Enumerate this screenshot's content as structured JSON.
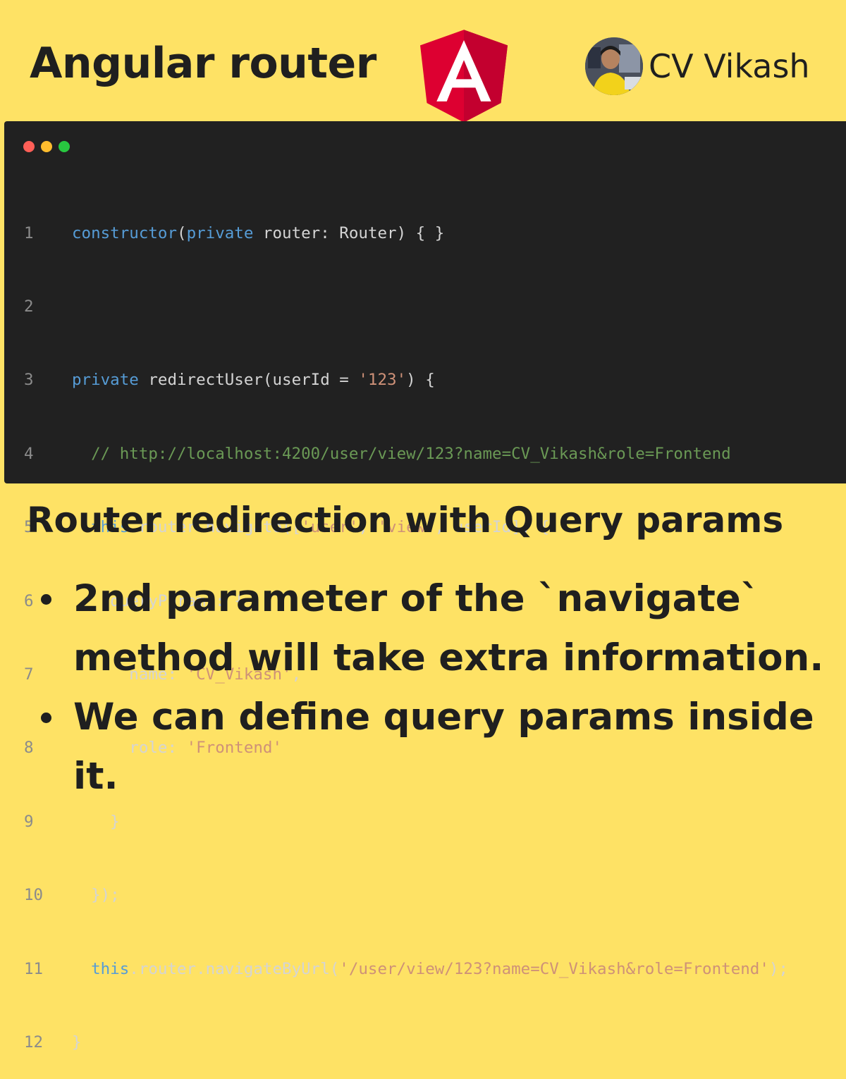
{
  "header": {
    "title": "Angular router",
    "logo_letter": "A",
    "author_name": "CV Vikash"
  },
  "colors": {
    "background": "#fee265",
    "code_background": "#212121",
    "angular_red": "#dd0031",
    "angular_dark_red": "#c3002f"
  },
  "code": {
    "line_numbers": [
      "1",
      "2",
      "3",
      "4",
      "5",
      "6",
      "7",
      "8",
      "9",
      "10",
      "11",
      "12"
    ],
    "lines": {
      "l1": {
        "a": "constructor",
        "b": "(",
        "c": "private",
        "d": " router: Router) { }"
      },
      "l3": {
        "a": "private",
        "b": " redirectUser(userId = ",
        "c": "'123'",
        "d": ") {"
      },
      "l4": {
        "a": "  // http://localhost:4200/user/view/123?name=CV_Vikash&role=Frontend"
      },
      "l5": {
        "a": "  ",
        "b": "this",
        "c": ".router.navigate([",
        "d": "'user'",
        "e": ", ",
        "f": "'view'",
        "g": ", userId], {"
      },
      "l6": {
        "a": "    queryParams: {"
      },
      "l7": {
        "a": "      name: ",
        "b": "'CV_Vikash'",
        "c": ","
      },
      "l8": {
        "a": "      role: ",
        "b": "'Frontend'"
      },
      "l9": {
        "a": "    }"
      },
      "l10": {
        "a": "  });"
      },
      "l11": {
        "a": "  ",
        "b": "this",
        "c": ".router.navigateByUrl(",
        "d": "'/user/view/123?name=CV_Vikash&role=Frontend'",
        "e": ");"
      },
      "l12": {
        "a": "}"
      }
    }
  },
  "content": {
    "subheading": "Router redirection with Query params",
    "bullets": [
      "2nd parameter of the `navigate` method will take extra information.",
      "We can define query params inside it."
    ]
  }
}
